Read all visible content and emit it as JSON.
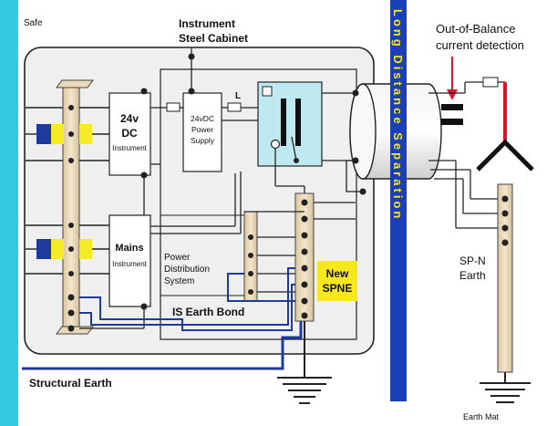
{
  "labels": {
    "safe": "Safe",
    "cabinet_line1": "Instrument",
    "cabinet_line2": "Steel Cabinet",
    "dc_line1": "24v",
    "dc_line2": "DC",
    "dc_line3": "Instrument",
    "psu_line1": "24vDC",
    "psu_line2": "Power",
    "psu_line3": "Supply",
    "l_mark": "L",
    "mains_line1": "Mains",
    "mains_line2": "Instrument",
    "pds_line1": "Power",
    "pds_line2": "Distribution",
    "pds_line3": "System",
    "is_earth_bond": "IS Earth Bond",
    "new_line1": "New",
    "new_line2": "SPNE",
    "structural_earth": "Structural Earth",
    "long_distance": "Long Distance Separation",
    "oob_line1": "Out-of-Balance",
    "oob_line2": "current detection",
    "spn_line1": "SP-N",
    "spn_line2": "Earth",
    "earth_mat": "Earth Mat"
  },
  "colors": {
    "safe_zone": "#33c9e3",
    "separator_band": "#1b3fb6",
    "separator_text": "#f7e81e",
    "cabinet_fill": "#efefef",
    "terminal_bar": "#e9d9b9",
    "blue_wire": "#1d3a9c",
    "yellow_badge": "#f6ec23",
    "spne_badge": "#f7e81e",
    "transformer_fill": "#bfe9f1",
    "phase_wire": "#e0102f",
    "arrow": "#e0102f"
  }
}
